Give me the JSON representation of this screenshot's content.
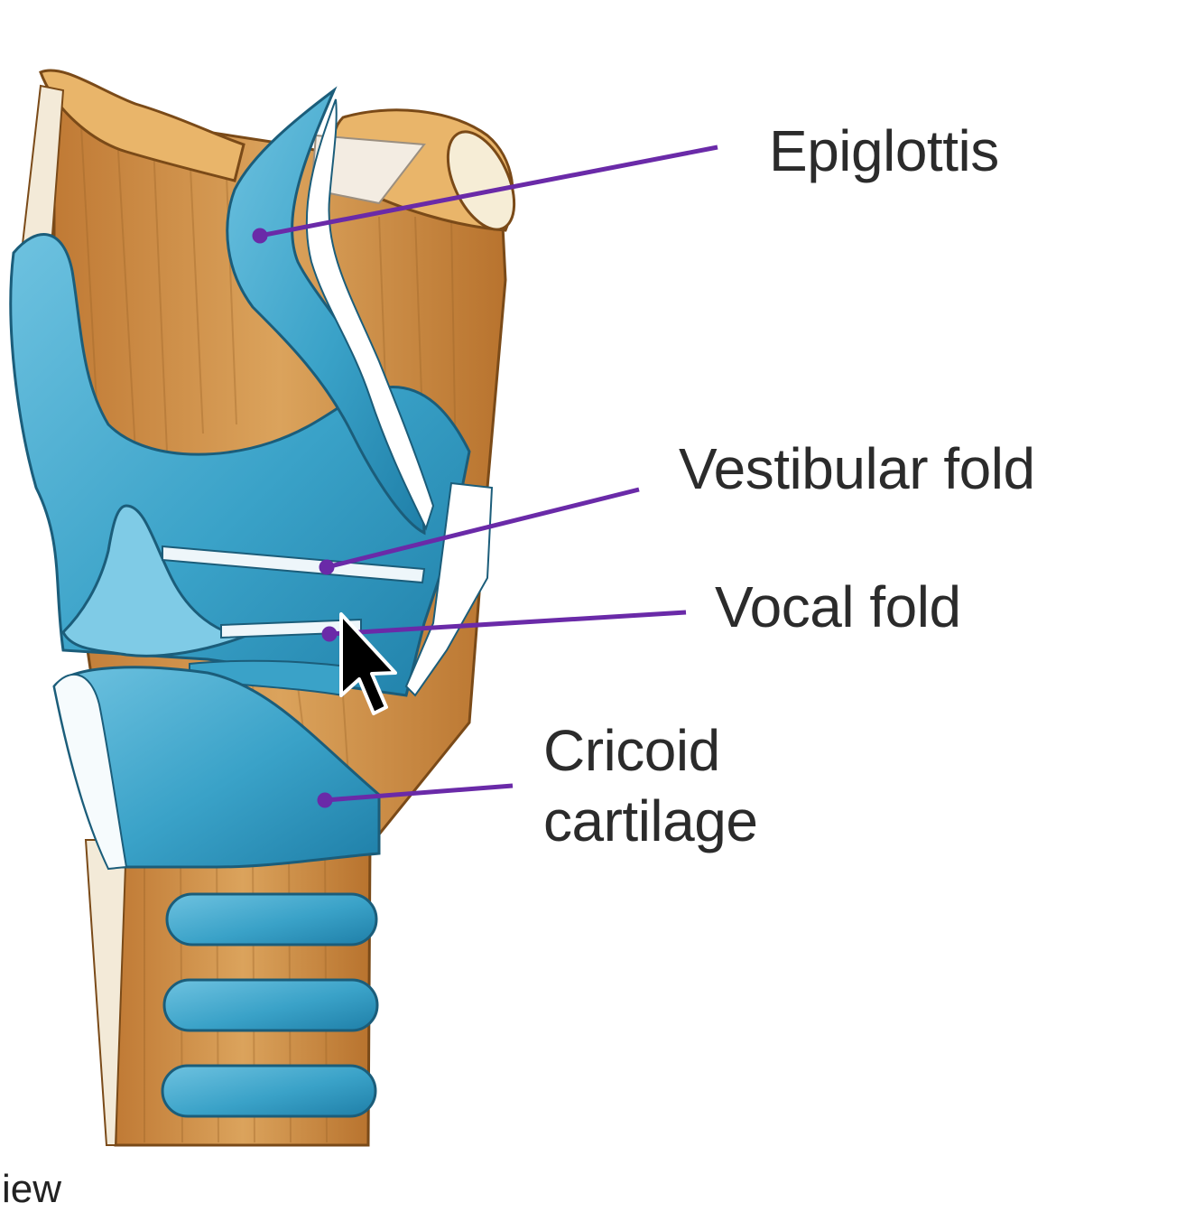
{
  "labels": {
    "epiglottis": "Epiglottis",
    "vestibular_fold": "Vestibular fold",
    "vocal_fold": "Vocal fold",
    "cricoid_line1": "Cricoid",
    "cricoid_line2": "cartilage"
  },
  "caption_fragment": "iew",
  "colors": {
    "cartilage_blue": "#3aa2c8",
    "cartilage_blue_light": "#6ec2e0",
    "muscle_tan": "#d79a52",
    "muscle_dark": "#b8732e",
    "leader_line": "#6a2aa8"
  }
}
